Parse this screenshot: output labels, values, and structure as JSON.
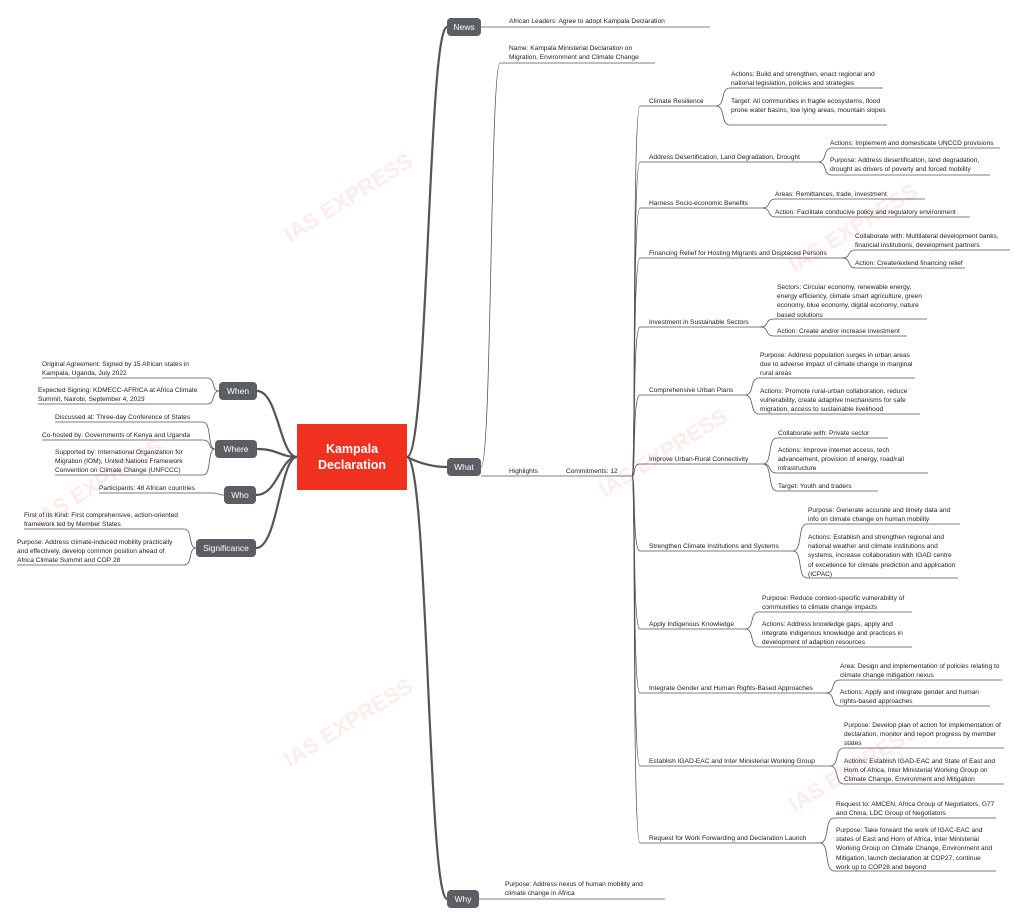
{
  "center": {
    "line1": "Kampala",
    "line2": "Declaration"
  },
  "watermark": "IAS EXPRESS",
  "branches": {
    "news": {
      "label": "News",
      "item": "African Leaders: Agree to adopt Kampala Declaration"
    },
    "what": {
      "label": "What",
      "name": "Name: Kampala Ministerial Declaration on Migration, Environment and Climate Change",
      "highlights": "Highlights",
      "commitments": "Commitments: 12",
      "items": [
        {
          "title": "Climate Resilience",
          "details": [
            "Actions: Build and strengthen, enact regional and national legislation, policies and strategies",
            "Target: All communities in fragile ecosystems, flood prone water basins, low lying areas, mountain slopes"
          ]
        },
        {
          "title": "Address Desertification, Land Degradation, Drought",
          "details": [
            "Actions: Implement and domesticate UNCCD provisions",
            "Purpose: Address desertification, land degradation, drought as drivers of poverty and forced mobility"
          ]
        },
        {
          "title": "Harness Socio-economic Benefits",
          "details": [
            "Areas: Remittances, trade, investment",
            "Action: Facilitate conducive policy and regulatory environment"
          ]
        },
        {
          "title": "Financing Relief for Hosting Migrants and Displaced Persons",
          "details": [
            "Collaborate with: Multilateral development banks, financial institutions, development partners",
            "Action: Create/extend financing relief"
          ]
        },
        {
          "title": "Investment in Sustainable Sectors",
          "details": [
            "Sectors: Circular economy, renewable energy, energy efficiency, climate smart agriculture, green economy, blue economy, digital economy, nature based solutions",
            "Action: Create and/or increase investment"
          ]
        },
        {
          "title": "Comprehensive Urban Plans",
          "details": [
            "Purpose: Address population surges in urban areas due to adverse impact of climate change in marginal rural areas",
            "Actions: Promote rural-urban collaboration, reduce vulnerability, create adaptive mechanisms for safe migration, access to sustainable livelihood"
          ]
        },
        {
          "title": "Improve Urban-Rural Connectivity",
          "details": [
            "Collaborate with: Private sector",
            "Actions: Improve internet access, tech advancement, provision of energy, road/rail infrastructure",
            "Target: Youth and traders"
          ]
        },
        {
          "title": "Strengthen Climate Institutions and Systems",
          "details": [
            "Purpose: Generate accurate and timely data and info on climate change on human mobility",
            "Actions: Establish and strengthen regional and national weather and climate institutions and systems, increase collaboration with IGAD centre of excellence for climate prediction and application (ICPAC)"
          ]
        },
        {
          "title": "Apply Indigenous Knowledge",
          "details": [
            "Purpose: Reduce context-specific vulnerability of communities to climate change impacts",
            "Actions: Address knowledge gaps, apply and integrate indigenous knowledge and practices in development of adaption resources"
          ]
        },
        {
          "title": "Integrate Gender and Human Rights-Based Approaches",
          "details": [
            "Area: Design and implementation of policies relating to climate change mitigation nexus",
            "Actions: Apply and integrate gender and human rights-based approaches"
          ]
        },
        {
          "title": "Establish IGAD-EAC and Inter Ministerial Working Group",
          "details": [
            "Purpose: Develop plan of action for implementation of declaration, monitor and report progress by member states",
            "Actions: Establish IGAD-EAC and State of East and Horn of Africa, Inter Ministerial Working Group on Climate Change, Environment and Mitigation"
          ]
        },
        {
          "title": "Request for Work Forwarding and Declaration Launch",
          "details": [
            "Request to: AMCEN, Africa Group of Negotiators, G77 and China, LDC Group of Negotiators",
            "Purpose: Take forward the work of IGAC-EAC and states of East and Horn of Africa, Inter Ministerial Working Group on Climate Change, Environment and Mitigation, launch declaration at COP27, continue work up to COP28 and beyond"
          ]
        }
      ]
    },
    "why": {
      "label": "Why",
      "item": "Purpose: Address nexus of human mobility and climate change in Africa"
    },
    "when": {
      "label": "When",
      "items": [
        "Original Agreement: Signed by 15 African states in Kampala, Uganda, July 2022",
        "Expected Signing: KDMECC-AFRICA at Africa Climate Summit, Nairobi, September 4, 2023"
      ]
    },
    "where": {
      "label": "Where",
      "items": [
        "Discussed at: Three-day Conference of States",
        "Co-hosted by: Governments of Kenya and Uganda",
        "Supported by: International Organization for Migration (IOM), United Nations Framework Convention on Climate Change (UNFCCC)"
      ]
    },
    "who": {
      "label": "Who",
      "items": [
        "Participants: 48 African countries"
      ]
    },
    "significance": {
      "label": "Significance",
      "items": [
        "First of its Kind: First comprehensive, action-oriented framework led by Member States",
        "Purpose: Address climate-induced mobility practically and effectively, develop common position ahead of Africa Climate Summit and COP 28"
      ]
    }
  }
}
